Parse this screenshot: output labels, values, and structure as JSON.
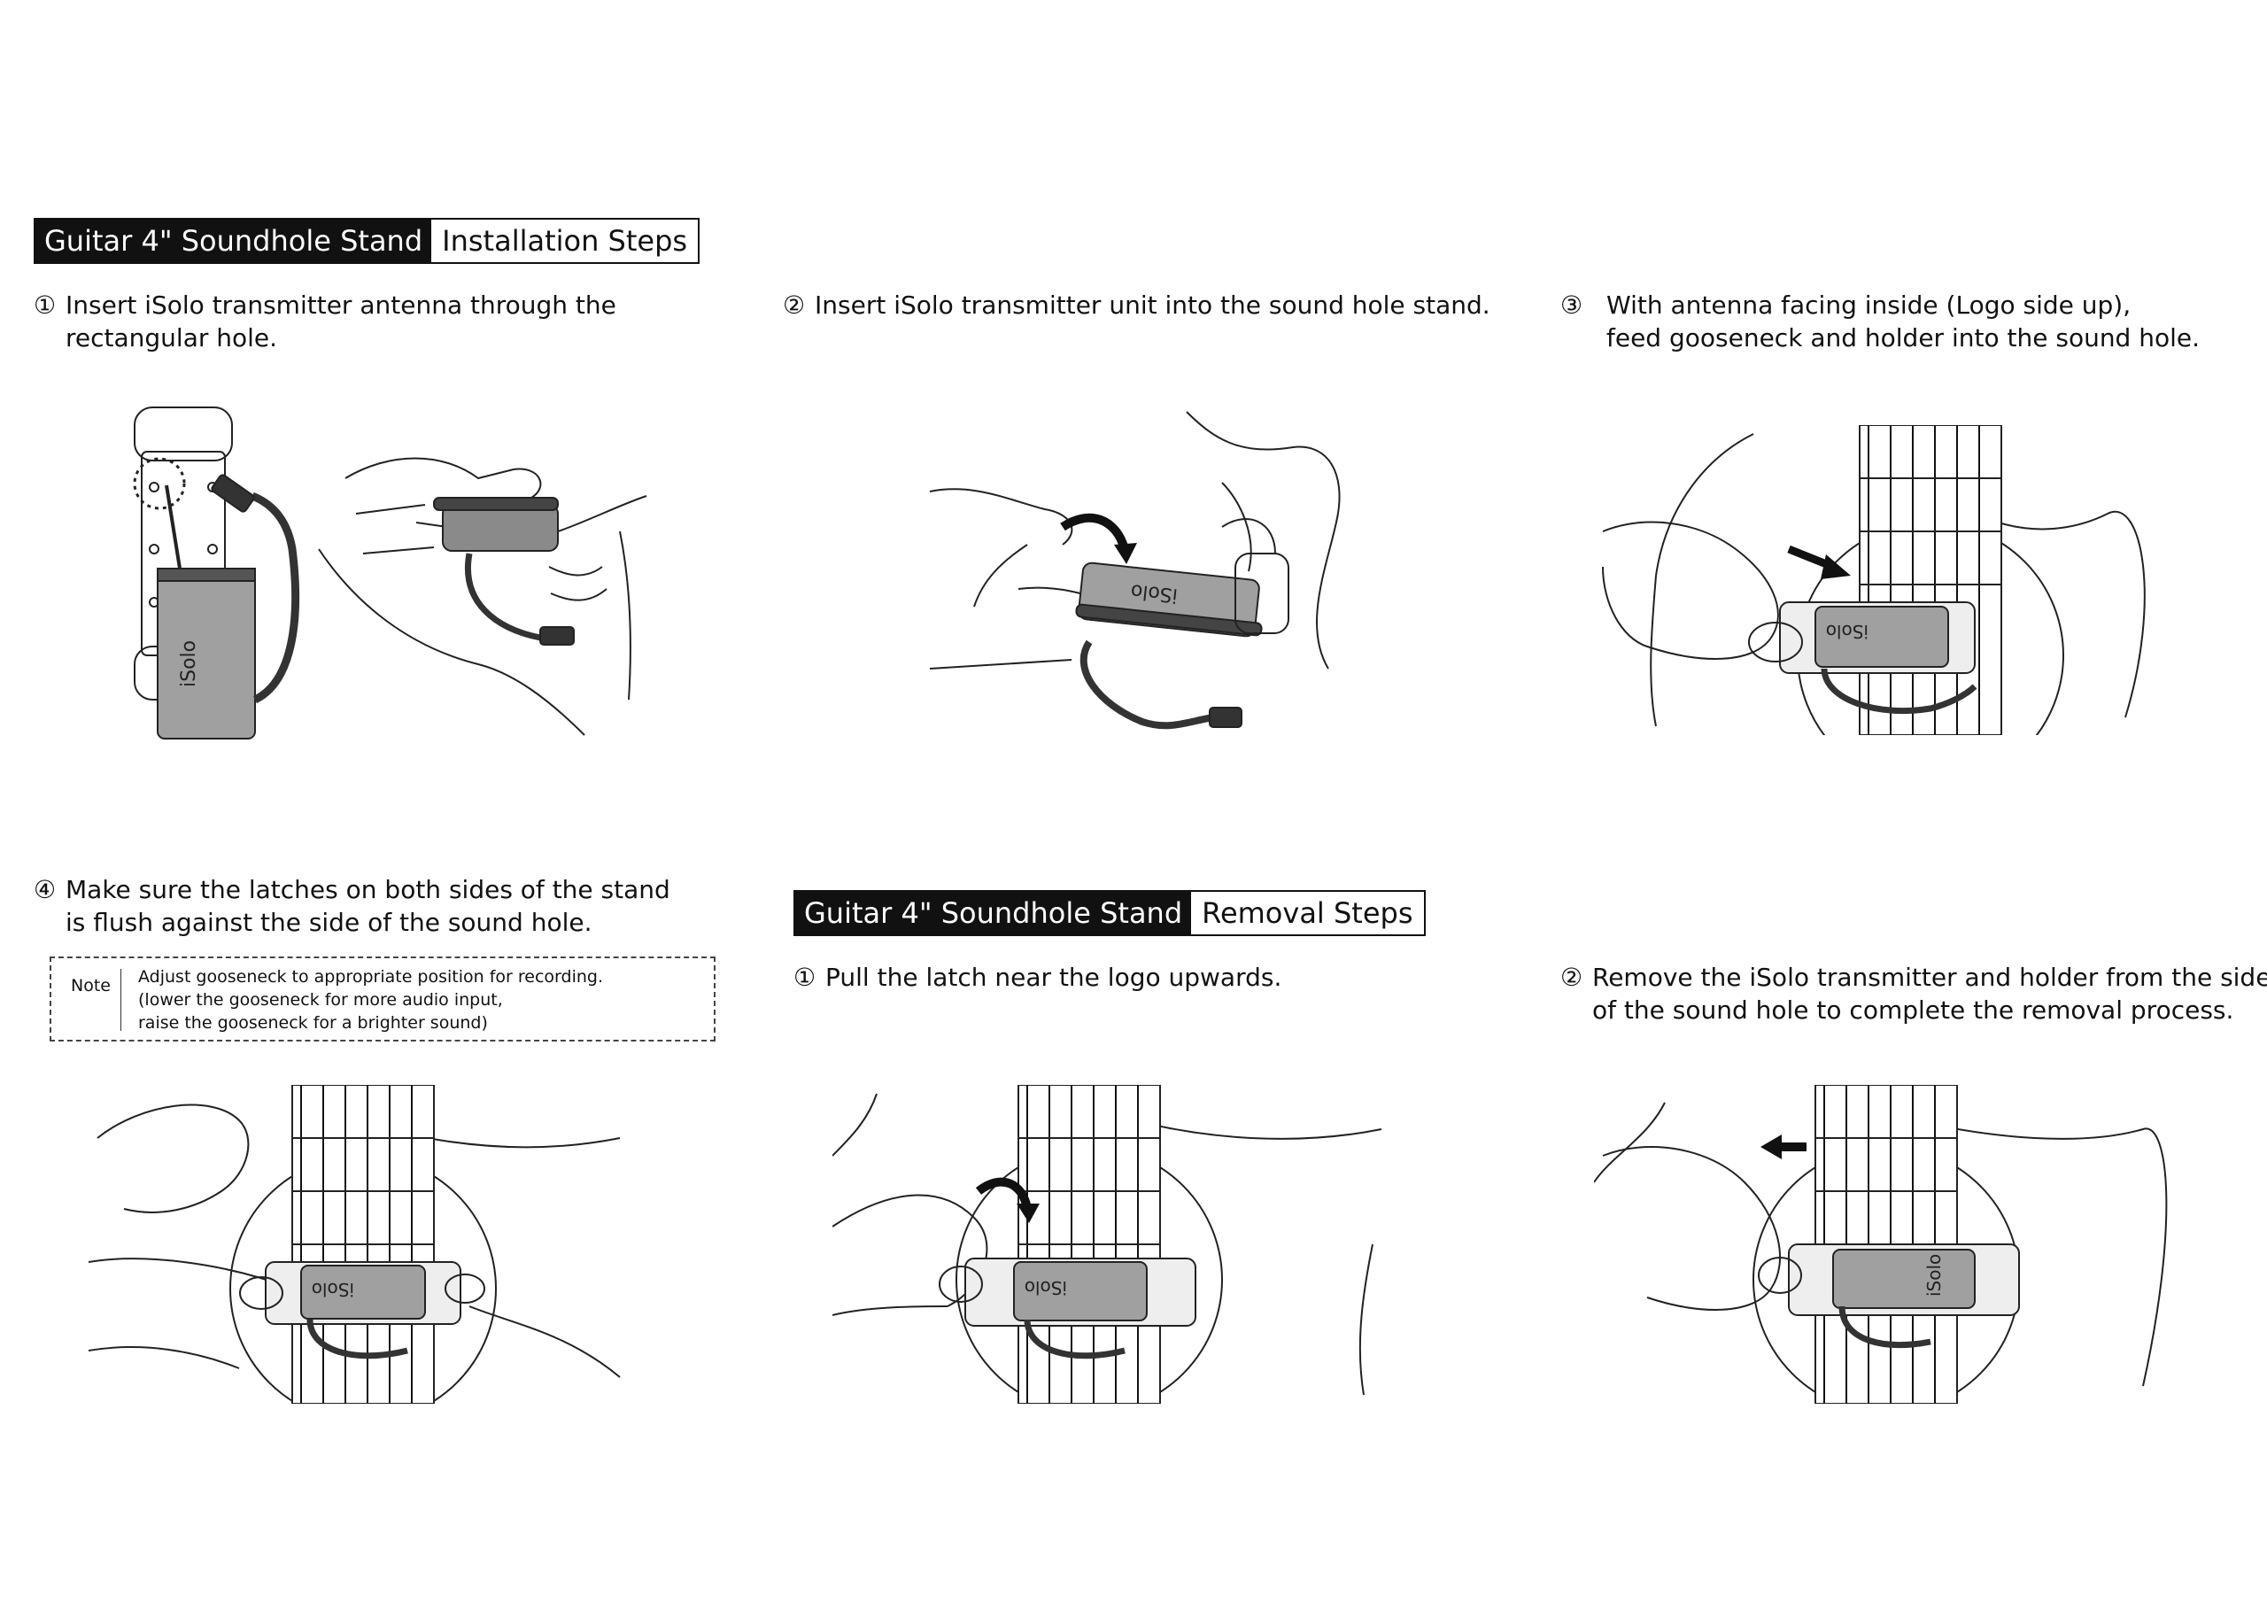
{
  "installation": {
    "title_dark": "Guitar 4\" Soundhole Stand",
    "title_light": "Installation Steps",
    "steps": [
      {
        "num": "①",
        "line1": "Insert iSolo transmitter antenna through the",
        "line2": "rectangular hole."
      },
      {
        "num": "②",
        "line1": "Insert iSolo transmitter unit into the sound hole stand.",
        "line2": ""
      },
      {
        "num": "③",
        "line1": "With antenna facing inside (Logo side up),",
        "line2": "feed gooseneck and holder into the sound hole."
      },
      {
        "num": "④",
        "line1": "Make sure the latches on both sides of the stand",
        "line2": "is flush against the side of the sound hole."
      }
    ],
    "note": {
      "label": "Note",
      "line1": "Adjust gooseneck to appropriate position for recording.",
      "line2": "(lower the gooseneck for more audio input,",
      "line3": "raise the gooseneck for a brighter sound)"
    }
  },
  "removal": {
    "title_dark": "Guitar 4\" Soundhole Stand",
    "title_light": "Removal Steps",
    "steps": [
      {
        "num": "①",
        "line1": "Pull the latch near the logo upwards.",
        "line2": ""
      },
      {
        "num": "②",
        "line1": "Remove the iSolo transmitter and holder from the side",
        "line2": "of the sound hole to complete the removal process."
      }
    ]
  },
  "device_logo": "iSolo",
  "colors": {
    "ink": "#111111",
    "device_gray": "#9a9a9a",
    "device_dark": "#3a3a3a"
  }
}
